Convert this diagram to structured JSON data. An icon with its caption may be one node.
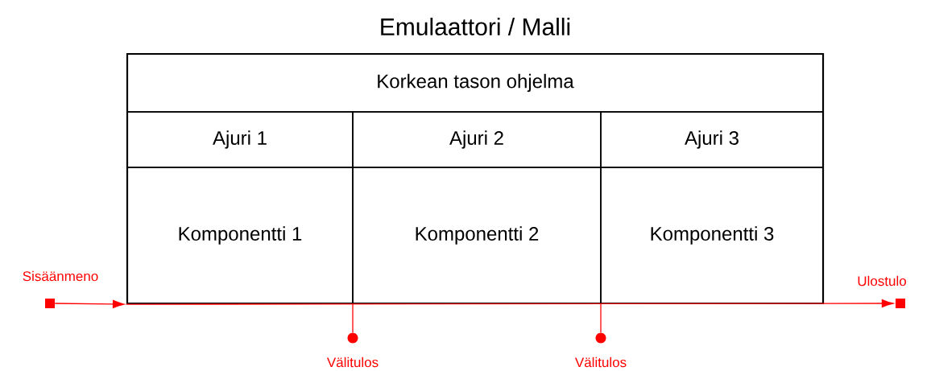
{
  "diagram": {
    "nodes": [
      {
        "text": [
          "Emulaattori / Malli"
        ]
      },
      {
        "text": [
          "Korkean tason ohjelma"
        ],
        "in": 0
      },
      {
        "text": [
          "Ajuri 1"
        ],
        "in": 0
      },
      {
        "text": [
          "Ajuri 2"
        ],
        "in": 0
      },
      {
        "text": [
          "Ajuri 3"
        ],
        "in": 0
      },
      {
        "text": [
          "Komponentti 1"
        ],
        "in": 0
      },
      {
        "text": [
          "Komponentti 2"
        ],
        "in": 0
      },
      {
        "text": [
          "Komponentti 3"
        ],
        "in": 0
      },
      {
        "text": [],
        "shape": "box",
        "beside": [
          "Sisäänmeno"
        ]
      },
      {
        "text": [],
        "shape": "box",
        "beside": [
          "Ulostulo"
        ]
      },
      {
        "text": [],
        "shape": "circle",
        "beside": [
          "Välitulos"
        ]
      },
      {
        "text": [],
        "shape": "circle",
        "beside": [
          "Välitulos"
        ]
      }
    ],
    "edges": [
      {
        "from": 8,
        "to": 0,
        "arrow": "to",
        "color": "#ff0000"
      },
      {
        "from": 0,
        "to": 9,
        "arrow": "to",
        "color": "#ff0000"
      },
      {
        "from": 0,
        "to": 10,
        "arrow": "none",
        "color": "#ff0000"
      },
      {
        "from": 0,
        "to": 11,
        "arrow": "none",
        "color": "#ff0000"
      }
    ]
  }
}
